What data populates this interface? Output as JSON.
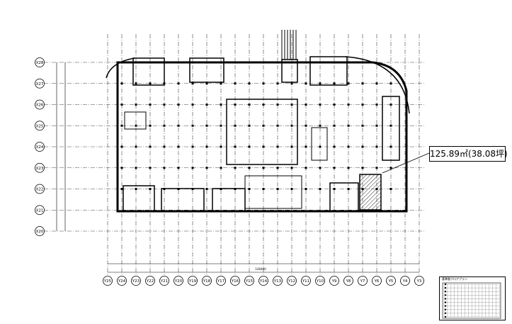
{
  "callout": {
    "area_label": "125.89㎡(38.08坪)"
  },
  "legend": {
    "title": "基準階フロアプラン"
  },
  "grid": {
    "x_labels": [
      "Y25",
      "Y24",
      "Y23",
      "Y22",
      "Y21",
      "Y20",
      "Y19",
      "Y18",
      "Y17",
      "Y16",
      "Y15",
      "Y14",
      "Y13",
      "Y12",
      "Y11",
      "Y10",
      "Y9",
      "Y8",
      "Y7",
      "Y6",
      "Y5",
      "Y4",
      "Y3"
    ],
    "y_labels": [
      "X28",
      "X27",
      "X26",
      "X25",
      "X24",
      "X23",
      "X22",
      "X21",
      "X20"
    ],
    "total_dimension": "146400"
  },
  "colors": {
    "line": "#000000",
    "dash": "#444444",
    "hatch": "#333333"
  }
}
